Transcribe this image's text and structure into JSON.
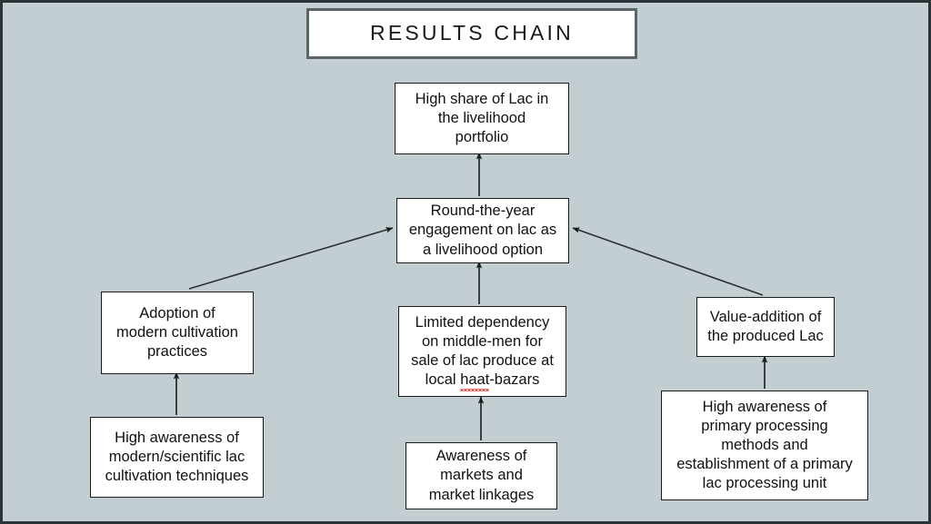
{
  "title": {
    "text": "RESULTS CHAIN"
  },
  "colors": {
    "background": "#c3ced3",
    "border": "#2c3336",
    "box_fill": "#ffffff",
    "box_stroke": "#1a1a1a",
    "text": "#111111",
    "spellcheck_underline": "#e8443a"
  },
  "nodes": [
    {
      "id": "outcome",
      "label": "High share of Lac in\nthe livelihood\nportfolio",
      "level": "impact"
    },
    {
      "id": "engagement",
      "label": "Round-the-year\nengagement on lac as\na livelihood option",
      "level": "outcome"
    },
    {
      "id": "adoption",
      "label": "Adoption of\nmodern cultivation\npractices",
      "level": "intermediate"
    },
    {
      "id": "middlemen",
      "label_line1": "Limited dependency",
      "label_line2": "on middle-men for",
      "label_line3": "sale of lac produce at",
      "label_line4_pre": "local ",
      "label_line4_misspelled": "haat",
      "label_line4_post": "-bazars",
      "level": "intermediate"
    },
    {
      "id": "valueadd",
      "label": "Value-addition of\nthe produced Lac",
      "level": "intermediate"
    },
    {
      "id": "awareness-lac",
      "label": "High awareness of\nmodern/scientific lac\ncultivation techniques",
      "level": "output"
    },
    {
      "id": "markets",
      "label": "Awareness of\nmarkets and\nmarket linkages",
      "level": "output"
    },
    {
      "id": "processing",
      "label": "High awareness of\nprimary processing\nmethods and\nestablishment of a primary\nlac processing unit",
      "level": "output"
    }
  ],
  "edges": [
    {
      "from": "engagement",
      "to": "outcome",
      "style": "vertical-arrow-up"
    },
    {
      "from": "adoption",
      "to": "engagement",
      "style": "diagonal-arrow"
    },
    {
      "from": "middlemen",
      "to": "engagement",
      "style": "vertical-arrow-up"
    },
    {
      "from": "valueadd",
      "to": "engagement",
      "style": "diagonal-arrow"
    },
    {
      "from": "awareness-lac",
      "to": "adoption",
      "style": "vertical-arrow-up"
    },
    {
      "from": "markets",
      "to": "middlemen",
      "style": "vertical-arrow-up"
    },
    {
      "from": "processing",
      "to": "valueadd",
      "style": "vertical-arrow-up"
    }
  ]
}
